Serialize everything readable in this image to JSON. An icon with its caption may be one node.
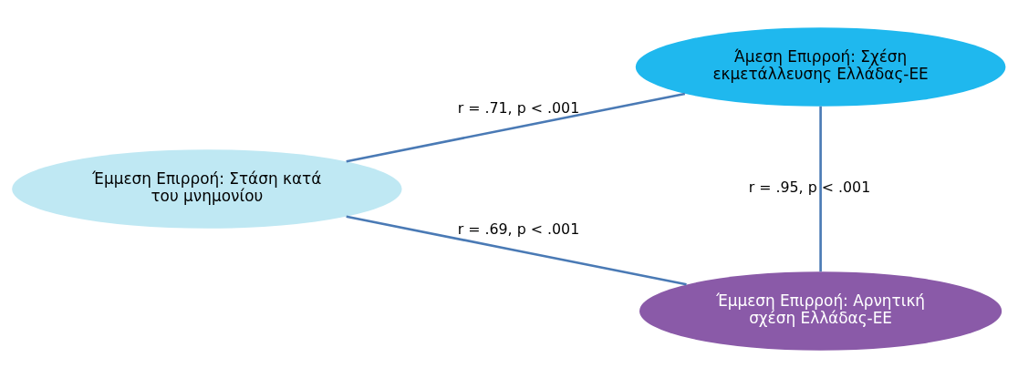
{
  "diagram": {
    "nodes": [
      {
        "text": [
          "Άμεση Επιρροή: Σχέση εκμετάλλευσης Ελλάδας-ΕΕ"
        ]
      },
      {
        "text": [
          "Έμμεση Επιρροή: Στάση κατά του μνημονίου"
        ]
      },
      {
        "text": [
          "Έμμεση Επιρροή: Αρνητική σχέση Ελλάδας-ΕΕ"
        ]
      }
    ],
    "edges": [
      {
        "from": 1,
        "to": 0,
        "arrow": "none",
        "label": "r = .71, p < .001"
      },
      {
        "from": 0,
        "to": 2,
        "arrow": "none",
        "label": "r = .95, p < .001"
      },
      {
        "from": 1,
        "to": 2,
        "arrow": "none",
        "label": "r = .69, p < .001"
      }
    ]
  }
}
